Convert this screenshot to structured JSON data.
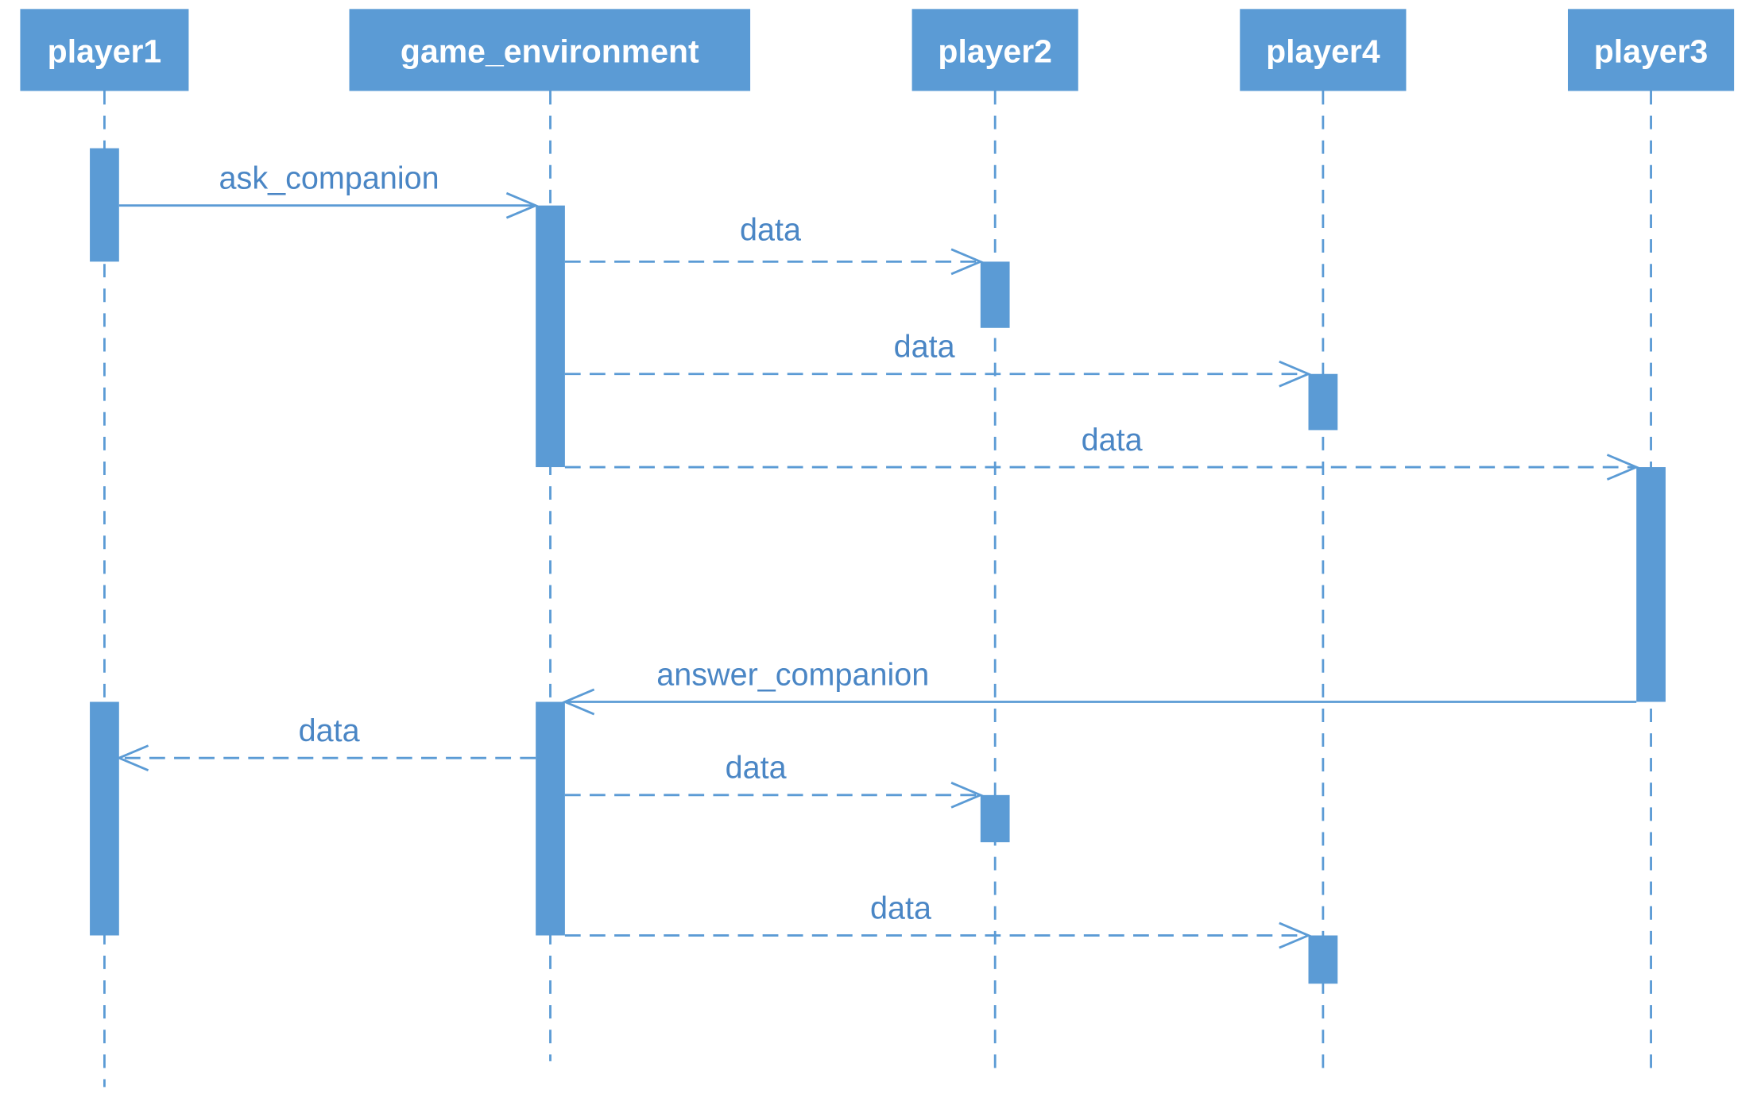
{
  "diagram": {
    "type": "sequence",
    "color": "#5b9bd5",
    "lifelines": [
      {
        "id": "player1",
        "label": "player1"
      },
      {
        "id": "game_environment",
        "label": "game_environment"
      },
      {
        "id": "player2",
        "label": "player2"
      },
      {
        "id": "player4",
        "label": "player4"
      },
      {
        "id": "player3",
        "label": "player3"
      }
    ],
    "messages": [
      {
        "from": "player1",
        "to": "game_environment",
        "label": "ask_companion",
        "style": "solid"
      },
      {
        "from": "game_environment",
        "to": "player2",
        "label": "data",
        "style": "dashed"
      },
      {
        "from": "game_environment",
        "to": "player4",
        "label": "data",
        "style": "dashed"
      },
      {
        "from": "game_environment",
        "to": "player3",
        "label": "data",
        "style": "dashed"
      },
      {
        "from": "player3",
        "to": "game_environment",
        "label": "answer_companion",
        "style": "solid"
      },
      {
        "from": "game_environment",
        "to": "player1",
        "label": "data",
        "style": "dashed"
      },
      {
        "from": "game_environment",
        "to": "player2",
        "label": "data",
        "style": "dashed"
      },
      {
        "from": "game_environment",
        "to": "player4",
        "label": "data",
        "style": "dashed"
      }
    ]
  }
}
